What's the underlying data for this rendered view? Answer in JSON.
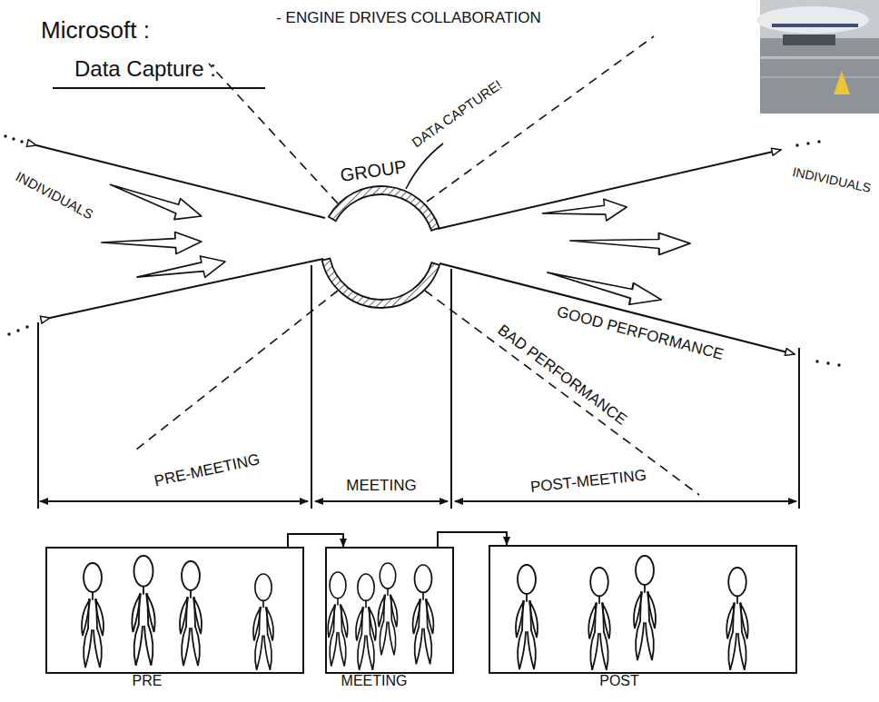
{
  "diagram": {
    "nodes": [
      {
        "text": [
          "GROUP"
        ]
      },
      {
        "text": [
          "PRE"
        ]
      },
      {
        "text": [
          "MEETING"
        ]
      },
      {
        "text": [
          "POST"
        ]
      }
    ],
    "edges": [
      {
        "from": 1,
        "to": 2,
        "arrow": "to"
      },
      {
        "from": 2,
        "to": 3,
        "arrow": "to"
      }
    ],
    "labels": [
      "Microsoft :",
      "- ENGINE DRIVES COLLABORATION",
      "Data Capture :",
      "DATA CAPTURE!",
      "INDIVIDUALS",
      "INDIVIDUALS",
      "GOOD PERFORMANCE",
      "BAD PERFORMANCE",
      "PRE-MEETING",
      "MEETING",
      "POST-MEETING"
    ]
  }
}
